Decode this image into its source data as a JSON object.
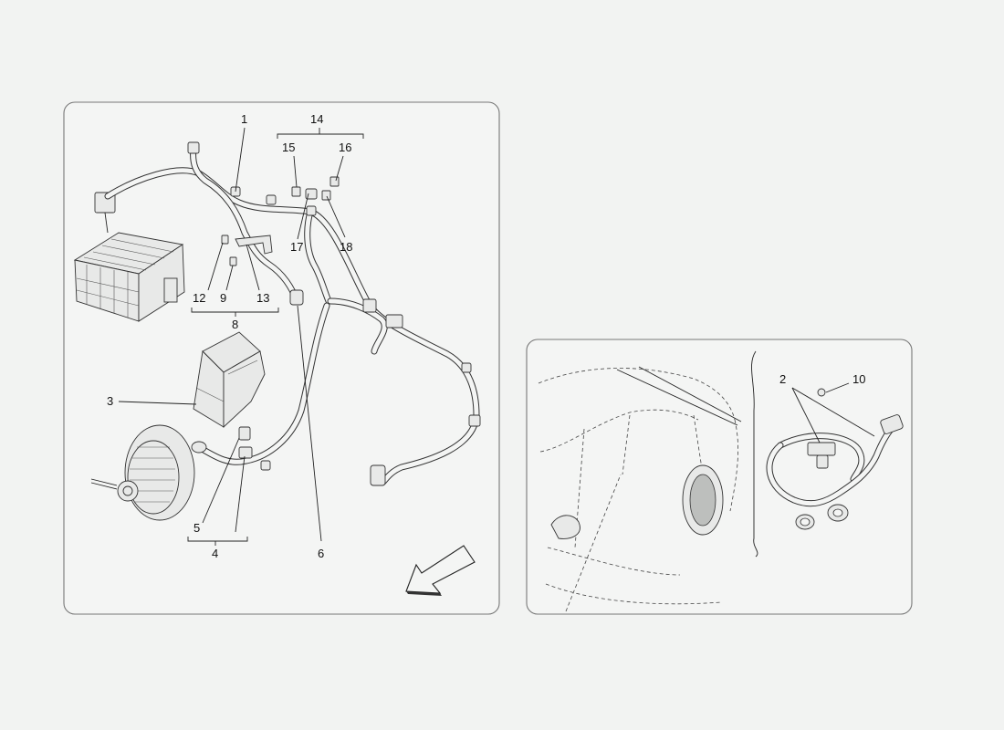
{
  "left_panel": {
    "callouts": [
      "1",
      "14",
      "15",
      "16",
      "17",
      "18",
      "12",
      "9",
      "13",
      "8",
      "3",
      "5",
      "4",
      "6"
    ]
  },
  "right_panel": {
    "callouts": [
      "2",
      "10"
    ]
  },
  "icons": {
    "direction_arrow": "arrow-down-left-icon"
  }
}
